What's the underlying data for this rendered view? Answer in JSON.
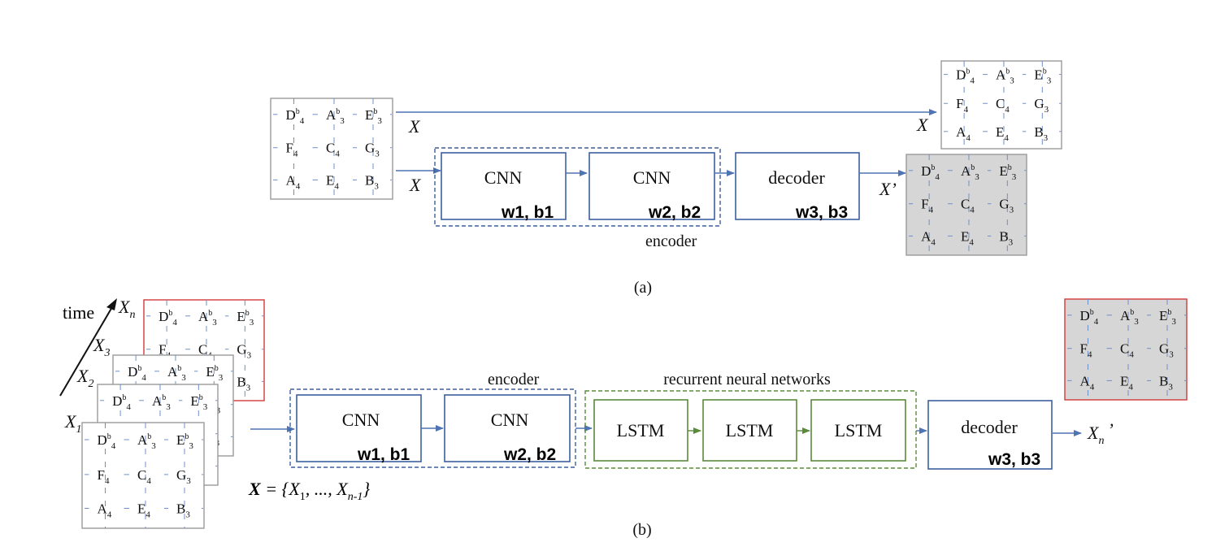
{
  "colors": {
    "arrow": "#4e74b4",
    "box_border": "#3d5f9e",
    "encoder_dash": "#3d5f9e",
    "lstm_border": "#5a8a3c",
    "rnn_dash": "#5a8a3c",
    "grid_border": "#9a9a9a",
    "grid_dash": "#6f8fc8",
    "red_border": "#d23a3a",
    "gray_fill": "#d6d6d6"
  },
  "note_grid": [
    [
      {
        "l": "D",
        "s": "4",
        "b": true
      },
      {
        "l": "A",
        "s": "3",
        "b": true
      },
      {
        "l": "E",
        "s": "3",
        "b": true
      }
    ],
    [
      {
        "l": "F",
        "s": "4",
        "b": false
      },
      {
        "l": "C",
        "s": "4",
        "b": false
      },
      {
        "l": "G",
        "s": "3",
        "b": false
      }
    ],
    [
      {
        "l": "A",
        "s": "4",
        "b": false
      },
      {
        "l": "E",
        "s": "4",
        "b": false
      },
      {
        "l": "B",
        "s": "3",
        "b": false
      }
    ]
  ],
  "flat_mark": "b",
  "panel_a": {
    "caption": "(a)",
    "input_label_top": "X",
    "input_label_bottom": "X",
    "output_label_top": "X",
    "output_label_bottom": "X’",
    "encoder_label": "encoder",
    "cnn1": {
      "label": "CNN",
      "params": "w1, b1"
    },
    "cnn2": {
      "label": "CNN",
      "params": "w2, b2"
    },
    "decoder": {
      "label": "decoder",
      "params": "w3, b3"
    }
  },
  "panel_b": {
    "caption": "(b)",
    "time_label": "time",
    "stack_labels": {
      "x1": "X",
      "x1_sub": "1",
      "x2": "X",
      "x2_sub": "2",
      "x3": "X",
      "x3_sub": "3",
      "xn": "X",
      "xn_sub": "n"
    },
    "encoder_label": "encoder",
    "rnn_label": "recurrent neural networks",
    "cnn1": {
      "label": "CNN",
      "params": "w1, b1"
    },
    "cnn2": {
      "label": "CNN",
      "params": "w2, b2"
    },
    "lstm_labels": [
      "LSTM",
      "LSTM",
      "LSTM"
    ],
    "decoder": {
      "label": "decoder",
      "params": "w3, b3"
    },
    "output_label": "X",
    "output_sub": "n",
    "output_prime": "’",
    "set_eq": {
      "bold_x": "X",
      "eq_open": " = {",
      "x1": "X",
      "x1_sub": "1",
      "ellipsis": ", ..., ",
      "xn": "X",
      "xn_sub": "n-1",
      "close": "}"
    }
  }
}
